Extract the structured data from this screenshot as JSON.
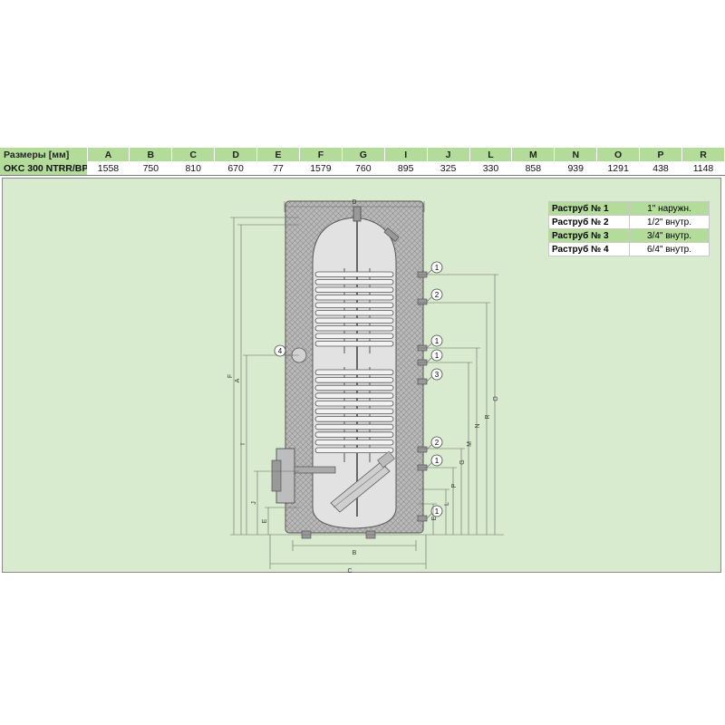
{
  "dimensions_table": {
    "header_label": "Размеры [мм]",
    "columns": [
      "A",
      "B",
      "C",
      "D",
      "E",
      "F",
      "G",
      "I",
      "J",
      "L",
      "M",
      "N",
      "O",
      "P",
      "R"
    ],
    "model": "OKC 300 NTRR/BP",
    "values": [
      "1558",
      "750",
      "810",
      "670",
      "77",
      "1579",
      "760",
      "895",
      "325",
      "330",
      "858",
      "939",
      "1291",
      "438",
      "1148"
    ]
  },
  "connections": [
    {
      "name": "Раструб № 1",
      "value": "1\" наружн."
    },
    {
      "name": "Раструб № 2",
      "value": "1/2\" внутр."
    },
    {
      "name": "Раструб № 3",
      "value": "3/4\" внутр."
    },
    {
      "name": "Раструб № 4",
      "value": "6/4\" внутр."
    }
  ],
  "drawing": {
    "dim_labels": {
      "D": "D",
      "B": "B",
      "C": "C",
      "F": "F",
      "A": "A",
      "I": "I",
      "J": "J",
      "E": "E",
      "L": "L",
      "P": "P",
      "G": "G",
      "M": "M",
      "N": "N",
      "R": "R",
      "O": "O"
    },
    "right_callouts": [
      "1",
      "2",
      "1",
      "1",
      "3",
      "2",
      "1",
      "1"
    ],
    "left_callout": "4"
  },
  "colors": {
    "header_green": "#b3dc9a",
    "panel_bg": "#d9ebcf",
    "insulation": "#b9b9b9",
    "tank_inner": "#dcdcdc"
  }
}
